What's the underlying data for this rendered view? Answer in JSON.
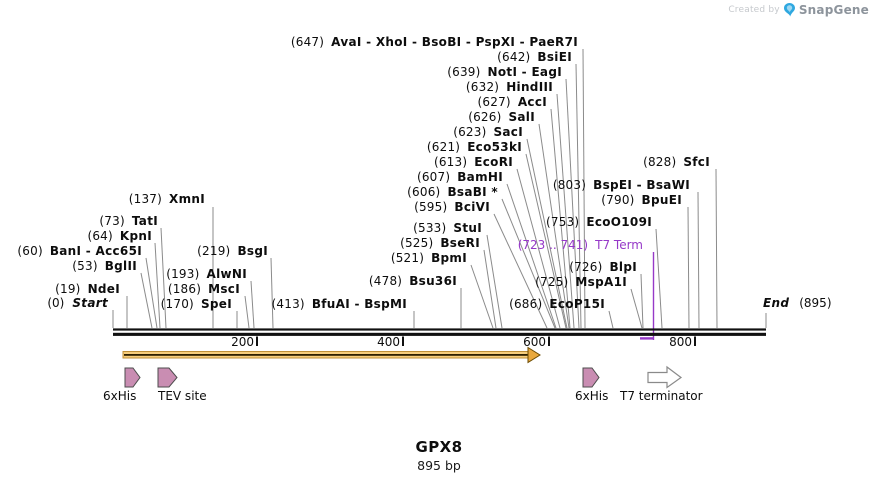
{
  "watermark": {
    "created_by": "Created by",
    "brand": "SnapGene"
  },
  "title": {
    "name": "GPX8",
    "length": "895 bp"
  },
  "ruler": [
    "200",
    "400",
    "600",
    "800"
  ],
  "boundaries": {
    "start": {
      "pos": "(0)",
      "label": "Start"
    },
    "end": {
      "label": "End",
      "pos": "(895)"
    }
  },
  "t7_term": {
    "range": "(723 .. 741)",
    "label": "T7 Term"
  },
  "features": [
    {
      "label": "6xHis"
    },
    {
      "label": "TEV site"
    },
    {
      "label": "6xHis"
    },
    {
      "label": "T7 terminator"
    }
  ],
  "sites": [
    {
      "pos": "(137)",
      "name": "XmnI"
    },
    {
      "pos": "(73)",
      "name": "TatI"
    },
    {
      "pos": "(64)",
      "name": "KpnI"
    },
    {
      "pos": "(60)",
      "name": "BanI - Acc65I"
    },
    {
      "pos": "(53)",
      "name": "BglII"
    },
    {
      "pos": "(19)",
      "name": "NdeI"
    },
    {
      "pos": "(219)",
      "name": "BsgI"
    },
    {
      "pos": "(193)",
      "name": "AlwNI"
    },
    {
      "pos": "(186)",
      "name": "MscI"
    },
    {
      "pos": "(170)",
      "name": "SpeI"
    },
    {
      "pos": "(413)",
      "name": "BfuAI - BspMI"
    },
    {
      "pos": "(478)",
      "name": "Bsu36I"
    },
    {
      "pos": "(521)",
      "name": "BpmI"
    },
    {
      "pos": "(525)",
      "name": "BseRI"
    },
    {
      "pos": "(533)",
      "name": "StuI"
    },
    {
      "pos": "(647)",
      "name": "AvaI - XhoI - BsoBI - PspXI - PaeR7I"
    },
    {
      "pos": "(642)",
      "name": "BsiEI"
    },
    {
      "pos": "(639)",
      "name": "NotI - EagI"
    },
    {
      "pos": "(632)",
      "name": "HindIII"
    },
    {
      "pos": "(627)",
      "name": "AccI"
    },
    {
      "pos": "(626)",
      "name": "SalI"
    },
    {
      "pos": "(623)",
      "name": "SacI"
    },
    {
      "pos": "(621)",
      "name": "Eco53kI"
    },
    {
      "pos": "(613)",
      "name": "EcoRI"
    },
    {
      "pos": "(607)",
      "name": "BamHI"
    },
    {
      "pos": "(606)",
      "name": "BsaBI *"
    },
    {
      "pos": "(595)",
      "name": "BciVI"
    },
    {
      "pos": "(686)",
      "name": "EcoP15I"
    },
    {
      "pos": "(725)",
      "name": "MspA1I"
    },
    {
      "pos": "(726)",
      "name": "BlpI"
    },
    {
      "pos": "(828)",
      "name": "SfcI"
    },
    {
      "pos": "(803)",
      "name": "BspEI - BsaWI"
    },
    {
      "pos": "(790)",
      "name": "BpuEI"
    },
    {
      "pos": "(753)",
      "name": "EcoO109I"
    }
  ],
  "colors": {
    "t7_term_purple": "#9639C8",
    "orf_fill": "#F7CE7D",
    "orf_head": "#E9A83C",
    "feature_pink": "#C98DB2",
    "connector_gray": "#8b8b8b",
    "backbone_black": "#111111"
  }
}
